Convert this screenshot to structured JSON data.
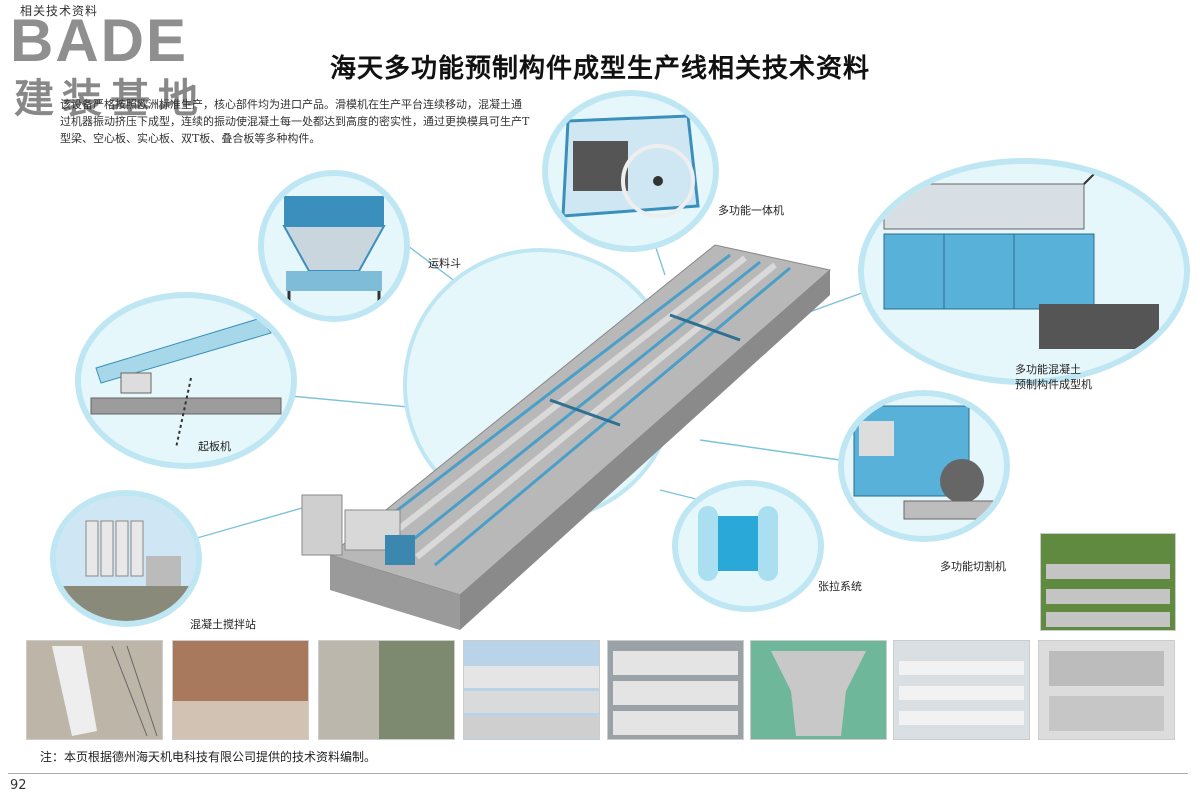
{
  "header": {
    "tag": "相关技术资料"
  },
  "logo": {
    "brand": "BADE",
    "subtitle": "建装基地"
  },
  "title": "海天多功能预制构件成型生产线相关技术资料",
  "intro": "该设备严格按照欧洲标准生产，核心部件均为进口产品。滑模机在生产平台连续移动，混凝土通过机器振动挤压下成型，连续的振动使混凝土每一处都达到高度的密实性，通过更换模具可生产T型梁、空心板、实心板、双T板、叠合板等多种构件。",
  "callouts": {
    "hopper": "运料斗",
    "machine": "多功能一体机",
    "former": "多功能混凝土\n预制构件成型机",
    "lifter": "起板机",
    "cutter": "多功能切割机",
    "tension": "张拉系统",
    "mixing": "混凝土搅拌站"
  },
  "note": "注：本页根据德州海天机电科技有限公司提供的技术资料编制。",
  "page_number": "92",
  "colors": {
    "accent": "#4a9fc9",
    "bubble": "#e6f7fb",
    "bubble_border": "#bfe7f3",
    "concrete": "#cfcfcf"
  }
}
